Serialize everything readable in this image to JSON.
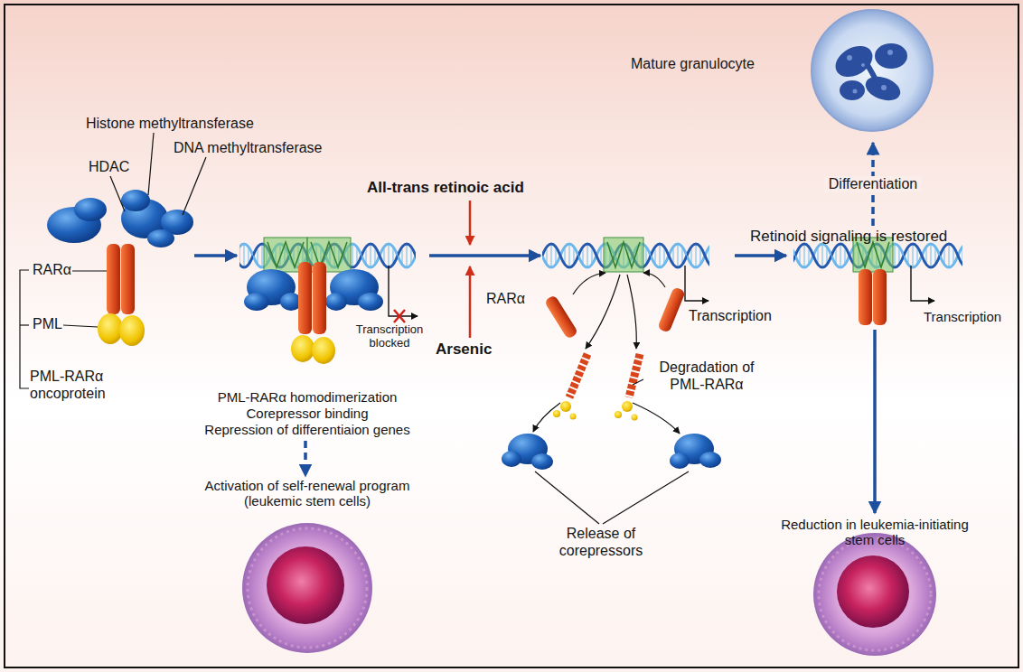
{
  "diagram": {
    "nodes": [
      {
        "text": [
          "PML-RARα oncoprotein"
        ]
      },
      {
        "text": [
          "Transcription blocked",
          "PML-RARα homodimerization",
          "Corepressor binding",
          "Repression of differentiaion genes"
        ]
      },
      {
        "text": [
          "Activation of self-renewal program (leukemic stem cells)"
        ]
      },
      {
        "text": [
          "Transcription"
        ]
      },
      {
        "text": [
          "Retinoid signaling is restored",
          "Transcription"
        ]
      },
      {
        "text": [
          "Mature granulocyte"
        ]
      },
      {
        "text": [
          "Reduction in leukemia-initiating stem cells"
        ]
      }
    ],
    "edges": [
      {
        "from": 0,
        "to": 1,
        "arrow": "to"
      },
      {
        "from": 1,
        "to": 3,
        "arrow": "to"
      },
      {
        "from": 1,
        "to": 2,
        "arrow": "to"
      },
      {
        "from": 3,
        "to": 4,
        "arrow": "to"
      },
      {
        "from": 4,
        "to": 5,
        "label": "Differentiation",
        "arrow": "to"
      },
      {
        "from": 4,
        "to": 6,
        "arrow": "to"
      }
    ],
    "labels": [
      "Histone methyltransferase",
      "HDAC",
      "DNA methyltransferase",
      "RARα",
      "PML",
      "All-trans retinoic acid",
      "Arsenic",
      "RARα",
      "Degradation of PML-RARα",
      "Release of corepressors"
    ]
  }
}
